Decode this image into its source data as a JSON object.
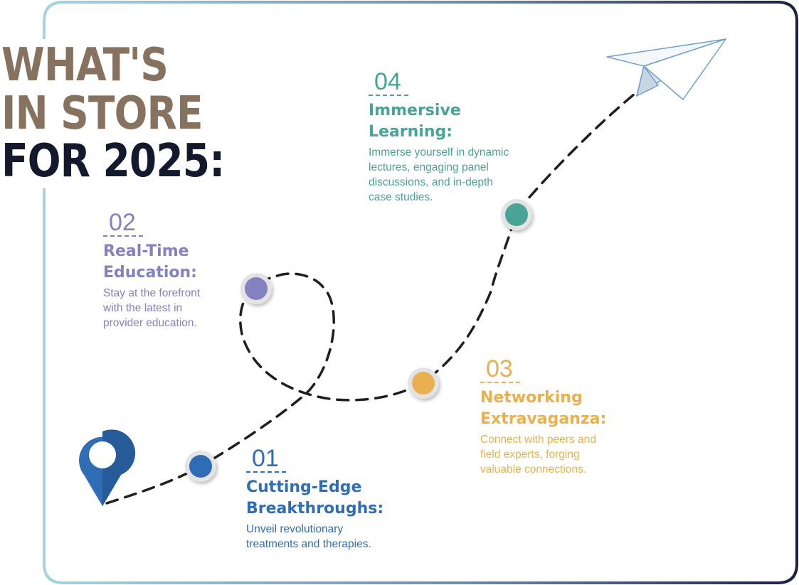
{
  "title": {
    "line1": "WHAT'S",
    "line2": "IN STORE",
    "line3": "FOR 2025:"
  },
  "steps": [
    {
      "number": "01",
      "heading_line1": "Cutting-Edge",
      "heading_line2": "Breakthroughs:",
      "description": [
        "Unveil revolutionary",
        "treatments and therapies."
      ],
      "color": "#2f6db5"
    },
    {
      "number": "02",
      "heading_line1": "Real-Time",
      "heading_line2": "Education:",
      "description": [
        "Stay at the forefront",
        "with the latest in",
        "provider education."
      ],
      "color": "#8481c0"
    },
    {
      "number": "03",
      "heading_line1": "Networking",
      "heading_line2": "Extravaganza:",
      "description": [
        "Connect with peers and",
        "field experts, forging",
        "valuable connections."
      ],
      "color": "#eab04f"
    },
    {
      "number": "04",
      "heading_line1": "Immersive",
      "heading_line2": "Learning:",
      "description": [
        "Immerse yourself in dynamic",
        "lectures, engaging panel",
        "discussions, and in-depth",
        "case studies."
      ],
      "color": "#4aa397"
    }
  ],
  "colors": {
    "frame_light": "#a6d3df",
    "frame_dark": "#1c2240",
    "path": "#1f1f1f",
    "pin": "#2f6db5"
  },
  "icons": {
    "start": "location-pin-icon",
    "end": "paper-plane-icon"
  }
}
